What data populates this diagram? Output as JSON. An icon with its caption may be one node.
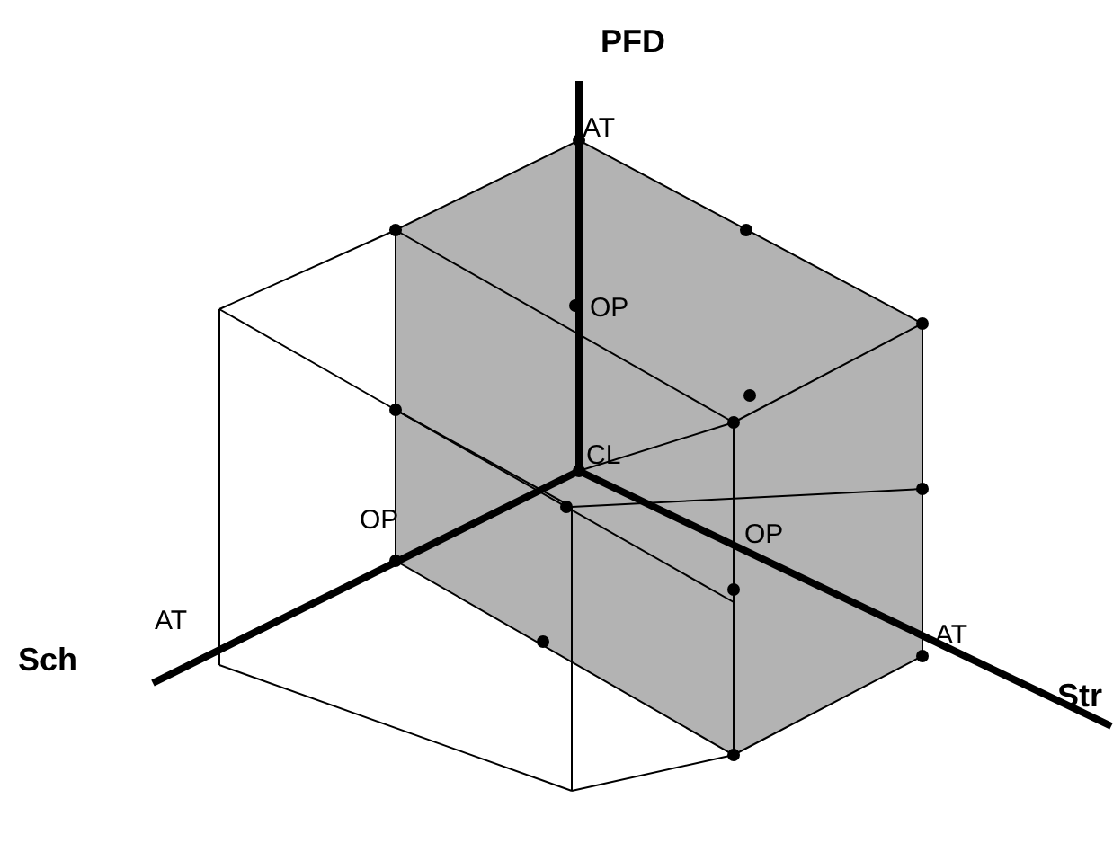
{
  "diagram": {
    "labels": [
      "PFD",
      "AT",
      "OP",
      "CL",
      "OP",
      "OP",
      "AT",
      "Sch",
      "AT",
      "Str"
    ]
  }
}
